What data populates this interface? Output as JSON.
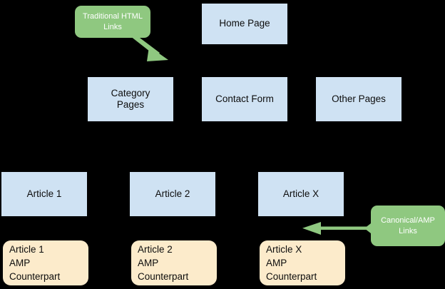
{
  "diagram": {
    "background_color": "#000000",
    "palette": {
      "page_box_fill": "#cfe2f3",
      "amp_box_fill": "#fcebcb",
      "callout_fill": "#8fc880",
      "arrow_color": "#8fc880",
      "text_color": "#0d0d0d",
      "callout_text_color": "#ffffff"
    },
    "nodes": {
      "home_page": "Home Page",
      "category_pages": "Category\nPages",
      "contact_form": "Contact Form",
      "other_pages": "Other Pages",
      "article_1": "Article 1",
      "article_2": "Article 2",
      "article_x": "Article X",
      "article_1_amp": "Article 1\nAMP\nCounterpart",
      "article_2_amp": "Article 2\nAMP\nCounterpart",
      "article_x_amp": "Article X\nAMP\nCounterpart"
    },
    "callouts": {
      "traditional_html_links": "Traditional HTML\nLinks",
      "canonical_amp_links": "Canonical/AMP\nLinks"
    },
    "connectors": [
      {
        "name": "traditional-html-links-arrow",
        "from": "traditional-html-links-callout",
        "to": "category-pages-area",
        "direction": "down-right"
      },
      {
        "name": "canonical-amp-links-arrow",
        "from": "canonical-amp-links-callout",
        "to": "article-x-amp-area",
        "direction": "left"
      }
    ]
  }
}
